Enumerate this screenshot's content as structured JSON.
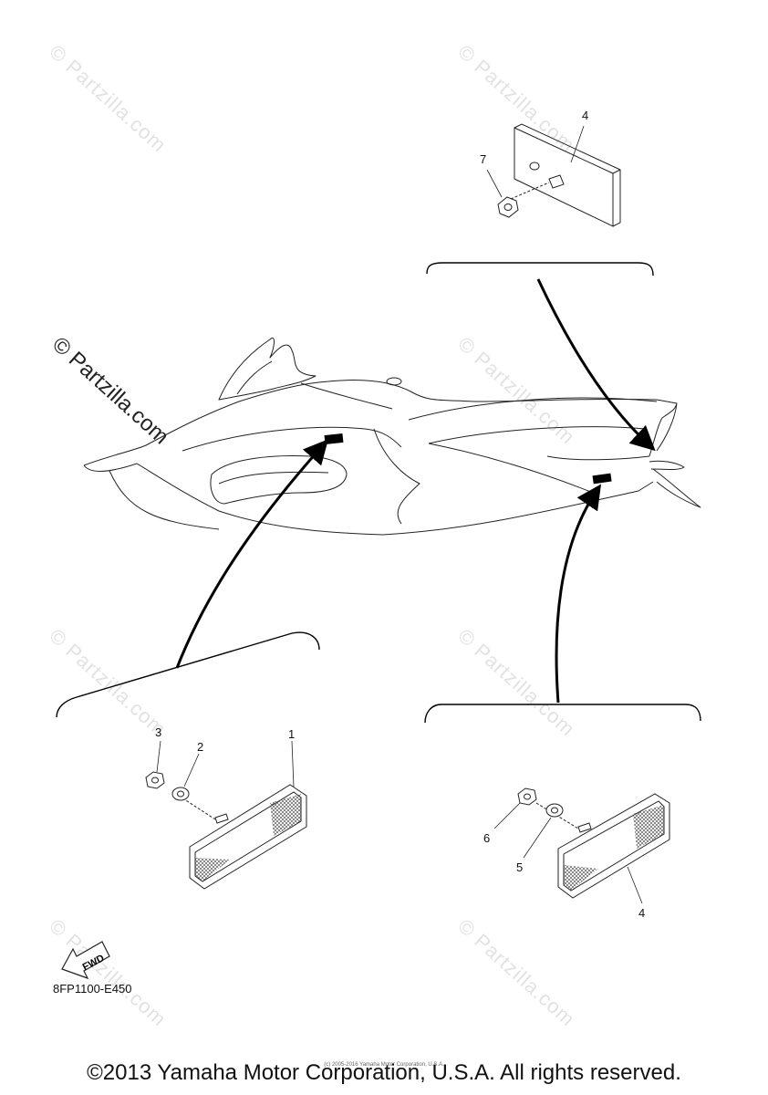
{
  "watermarks": {
    "text": "© Partzilla.com",
    "emphasized_text": "© Partzilla.com"
  },
  "callouts": {
    "top_reflector": "4",
    "top_nut": "7",
    "left_reflector": "1",
    "left_washer": "2",
    "left_nut": "3",
    "right_reflector": "4",
    "right_washer": "5",
    "right_nut": "6"
  },
  "fwd_label": "FWD",
  "diagram_code": "8FP1100-E450",
  "small_copyright": "(c) 2005-2016 Yamaha Motor Corporation, U.S.A.",
  "copyright": "©2013 Yamaha Motor Corporation, U.S.A. All rights reserved."
}
